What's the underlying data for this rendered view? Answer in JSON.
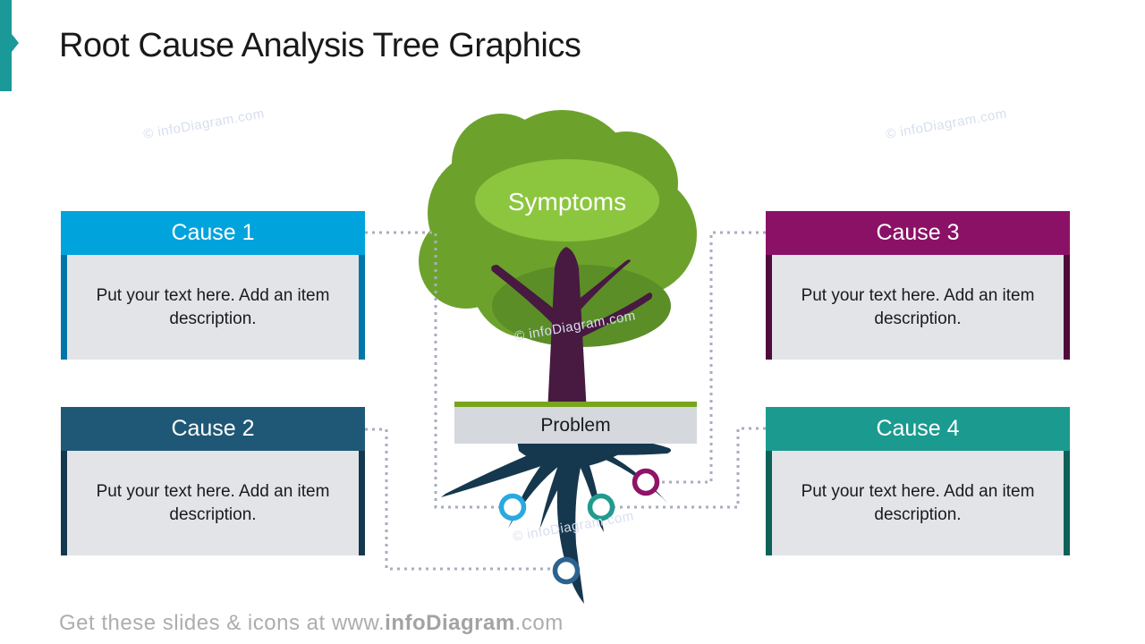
{
  "slide": {
    "title": "Root Cause Analysis Tree Graphics",
    "watermark": "© infoDiagram.com",
    "accent_color": "#1B9898",
    "footer": {
      "prefix": "Get these slides & icons at www.",
      "brand": "infoDiagram",
      "suffix": ".com"
    }
  },
  "tree": {
    "symptoms_label": "Symptoms",
    "problem_label": "Problem",
    "colors": {
      "canopy": "#6CA22C",
      "canopy_shadow": "#5B8E27",
      "canopy_highlight": "#8CC63E",
      "trunk": "#481941",
      "roots": "#16384E",
      "soil_bar": "#79A41E",
      "problem_bg": "#D5D9DE"
    }
  },
  "connectors": {
    "color": "#A9ADBC"
  },
  "causes": [
    {
      "label": "Cause 1",
      "description": "Put your text here. Add an item description.",
      "header_color": "#00A3DC",
      "edge_color": "#0076A8",
      "ring_color": "#29A9E0"
    },
    {
      "label": "Cause 2",
      "description": "Put your text here. Add an item description.",
      "header_color": "#1F5876",
      "edge_color": "#14384E",
      "ring_color": "#2D6290"
    },
    {
      "label": "Cause 3",
      "description": "Put your text here. Add an item description.",
      "header_color": "#8B1166",
      "edge_color": "#4F0B3B",
      "ring_color": "#8E1468"
    },
    {
      "label": "Cause 4",
      "description": "Put your text here. Add an item description.",
      "header_color": "#1B9B8F",
      "edge_color": "#0F6158",
      "ring_color": "#209B8D"
    }
  ]
}
